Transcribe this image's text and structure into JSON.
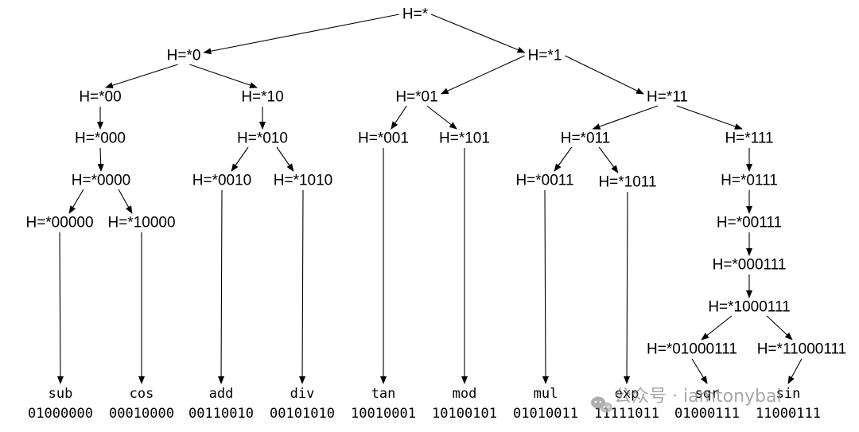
{
  "nodes": [
    {
      "id": "root",
      "label": "H=*"
    },
    {
      "id": "n0",
      "label": "H=*0"
    },
    {
      "id": "n1",
      "label": "H=*1"
    },
    {
      "id": "n00",
      "label": "H=*00"
    },
    {
      "id": "n10",
      "label": "H=*10"
    },
    {
      "id": "n01",
      "label": "H=*01"
    },
    {
      "id": "n11",
      "label": "H=*11"
    },
    {
      "id": "n000",
      "label": "H=*000"
    },
    {
      "id": "n010",
      "label": "H=*010"
    },
    {
      "id": "n001",
      "label": "H=*001"
    },
    {
      "id": "n101",
      "label": "H=*101"
    },
    {
      "id": "n011",
      "label": "H=*011"
    },
    {
      "id": "n111",
      "label": "H=*111"
    },
    {
      "id": "n0000",
      "label": "H=*0000"
    },
    {
      "id": "n0010",
      "label": "H=*0010"
    },
    {
      "id": "n1010",
      "label": "H=*1010"
    },
    {
      "id": "n0011",
      "label": "H=*0011"
    },
    {
      "id": "n1011",
      "label": "H=*1011"
    },
    {
      "id": "n0111",
      "label": "H=*0111"
    },
    {
      "id": "n00000",
      "label": "H=*00000"
    },
    {
      "id": "n10000",
      "label": "H=*10000"
    },
    {
      "id": "n00111",
      "label": "H=*00111"
    },
    {
      "id": "n000111",
      "label": "H=*000111"
    },
    {
      "id": "n1000111",
      "label": "H=*1000111"
    },
    {
      "id": "n01000111",
      "label": "H=*01000111"
    },
    {
      "id": "n11000111",
      "label": "H=*11000111"
    }
  ],
  "leaves": [
    {
      "id": "sub",
      "name": "sub",
      "code": "01000000"
    },
    {
      "id": "cos",
      "name": "cos",
      "code": "00010000"
    },
    {
      "id": "add",
      "name": "add",
      "code": "00110010"
    },
    {
      "id": "div",
      "name": "div",
      "code": "00101010"
    },
    {
      "id": "tan",
      "name": "tan",
      "code": "10010001"
    },
    {
      "id": "mod",
      "name": "mod",
      "code": "10100101"
    },
    {
      "id": "mul",
      "name": "mul",
      "code": "01010011"
    },
    {
      "id": "exp",
      "name": "exp",
      "code": "11111011"
    },
    {
      "id": "sqr",
      "name": "sqr",
      "code": "01000111"
    },
    {
      "id": "sin",
      "name": "sin",
      "code": "11000111"
    }
  ],
  "edges": [
    [
      "root",
      "n0"
    ],
    [
      "root",
      "n1"
    ],
    [
      "n0",
      "n00"
    ],
    [
      "n0",
      "n10"
    ],
    [
      "n1",
      "n01"
    ],
    [
      "n1",
      "n11"
    ],
    [
      "n00",
      "n000"
    ],
    [
      "n10",
      "n010"
    ],
    [
      "n01",
      "n001"
    ],
    [
      "n01",
      "n101"
    ],
    [
      "n11",
      "n011"
    ],
    [
      "n11",
      "n111"
    ],
    [
      "n000",
      "n0000"
    ],
    [
      "n010",
      "n0010"
    ],
    [
      "n010",
      "n1010"
    ],
    [
      "n011",
      "n0011"
    ],
    [
      "n011",
      "n1011"
    ],
    [
      "n111",
      "n0111"
    ],
    [
      "n0000",
      "n00000"
    ],
    [
      "n0000",
      "n10000"
    ],
    [
      "n0111",
      "n00111"
    ],
    [
      "n00111",
      "n000111"
    ],
    [
      "n000111",
      "n1000111"
    ],
    [
      "n1000111",
      "n01000111"
    ],
    [
      "n1000111",
      "n11000111"
    ],
    [
      "n00000",
      "sub"
    ],
    [
      "n10000",
      "cos"
    ],
    [
      "n0010",
      "add"
    ],
    [
      "n1010",
      "div"
    ],
    [
      "n001",
      "tan"
    ],
    [
      "n101",
      "mod"
    ],
    [
      "n0011",
      "mul"
    ],
    [
      "n1011",
      "exp"
    ],
    [
      "n01000111",
      "sqr"
    ],
    [
      "n11000111",
      "sin"
    ]
  ],
  "watermark": {
    "icon": "wechat-icon",
    "text": "公众号 · iamtonybai"
  }
}
